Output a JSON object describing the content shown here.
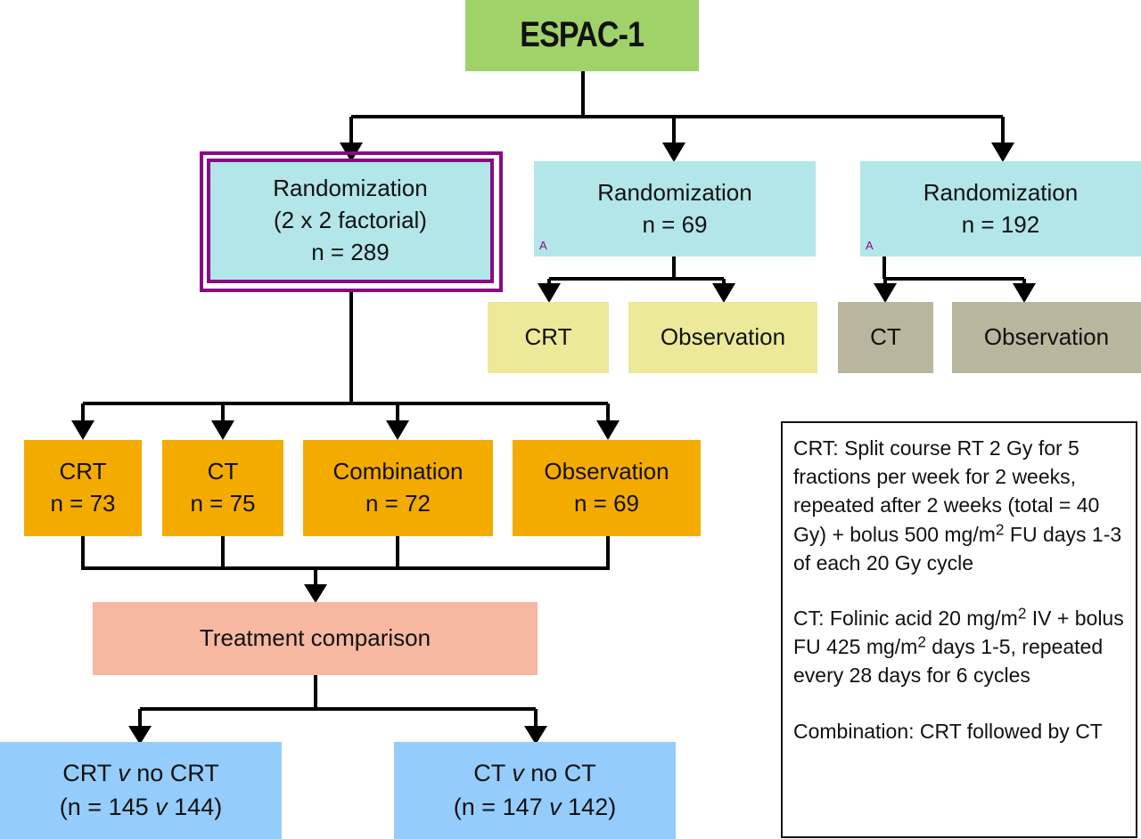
{
  "title": "ESPAC-1",
  "randomizations": [
    {
      "label": "Randomization",
      "sub": "(2 x 2 factorial)",
      "n": "n = 289"
    },
    {
      "label": "Randomization",
      "n": "n = 69",
      "marker": "A",
      "arms": [
        "CRT",
        "Observation"
      ]
    },
    {
      "label": "Randomization",
      "n": "n = 192",
      "marker": "A",
      "arms": [
        "CT",
        "Observation"
      ]
    }
  ],
  "factorial_arms": [
    {
      "label": "CRT",
      "n": "n = 73"
    },
    {
      "label": "CT",
      "n": "n = 75"
    },
    {
      "label": "Combination",
      "n": "n = 72"
    },
    {
      "label": "Observation",
      "n": "n = 69"
    }
  ],
  "treatment_comparison": "Treatment comparison",
  "comparisons": [
    {
      "a": "CRT",
      "v": "v",
      "b": "no CRT",
      "n_open": "(n = 145",
      "n_v": "v",
      "n_close": "144)"
    },
    {
      "a": "CT",
      "v": "v",
      "b": "no CT",
      "n_open": "(n = 147",
      "n_v": "v",
      "n_close": "142)"
    }
  ],
  "notes": {
    "crt": {
      "pre": "CRT: Split course RT 2 Gy for 5 fractions per week for 2 weeks, repeated after 2 weeks (total = 40 Gy) + bolus 500 mg/m",
      "sup": "2",
      "post": " FU days 1-3 of each 20 Gy cycle"
    },
    "ct": {
      "pre": "CT: Folinic acid 20 mg/m",
      "sup1": "2",
      "mid": " IV + bolus FU 425 mg/m",
      "sup2": "2",
      "post": " days 1-5, repeated every 28 days for 6 cycles"
    },
    "combination": "Combination: CRT followed by CT"
  },
  "colors": {
    "title": "#9fd36a",
    "randomization": "#b2e6e8",
    "highlight_frame": "#8a0a82",
    "arm_yellow": "#ece99a",
    "arm_olive": "#b9b69d",
    "arm_orange": "#f4ab00",
    "comparison": "#f6b8a0",
    "result_blue": "#94cdfb"
  }
}
